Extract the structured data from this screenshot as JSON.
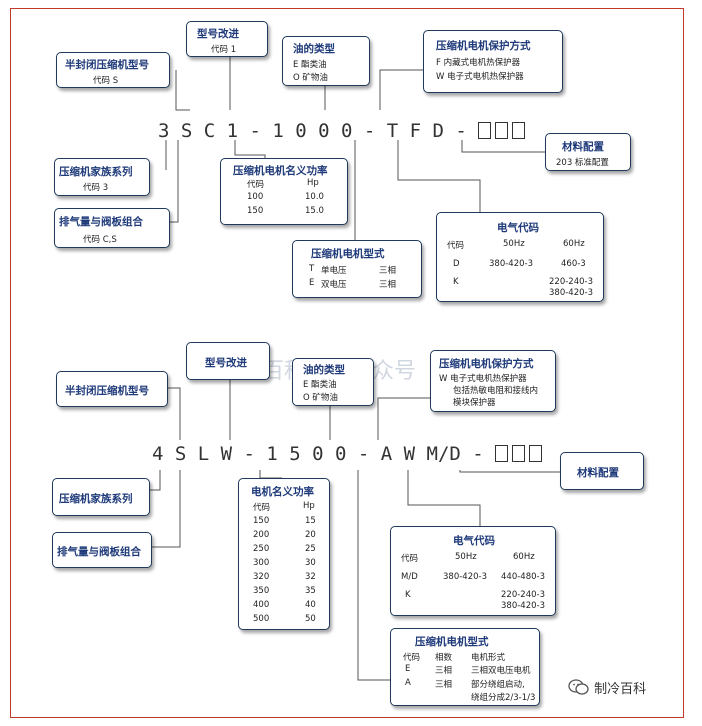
{
  "top": {
    "code_line": "3 S C 1 - 1 0 0 0 - T F D -",
    "model_change": {
      "title": "型号改进",
      "line": "代码   1"
    },
    "oil": {
      "title": "油的类型",
      "rows": [
        "E   酯类油",
        "O   矿物油"
      ]
    },
    "protect": {
      "title": "压缩机电机保护方式",
      "rows": [
        "F   内藏式电机热保护器",
        "W   电子式电机热保护器"
      ]
    },
    "semi": {
      "title": "半封闭压缩机型号",
      "line": "代码     S"
    },
    "material": {
      "title": "材料配置",
      "line": "203  标准配置"
    },
    "family": {
      "title": "压缩机家族系列",
      "line": "代码     3"
    },
    "power": {
      "title": "压缩机电机名义功率",
      "head": [
        "代码",
        "Hp"
      ],
      "rows": [
        [
          "100",
          "10.0"
        ],
        [
          "150",
          "15.0"
        ]
      ]
    },
    "exhaust": {
      "title": "排气量与阀板组合",
      "line": "代码    C,S"
    },
    "elec": {
      "title": "电气代码",
      "head": [
        "代码",
        "50Hz",
        "60Hz"
      ],
      "rows": [
        [
          "D",
          "380-420-3",
          "460-3"
        ],
        [
          "K",
          "",
          "220-240-3"
        ],
        [
          "",
          "",
          "380-420-3"
        ]
      ]
    },
    "motor": {
      "title": "压缩机电机型式",
      "rows": [
        [
          "T",
          "单电压",
          "三相"
        ],
        [
          "E",
          "双电压",
          "三相"
        ]
      ]
    }
  },
  "bottom": {
    "code_line": "4 S L W - 1 5 0 0 - A W M/D -",
    "model_change": {
      "title": "型号改进"
    },
    "oil": {
      "title": "油的类型",
      "rows": [
        "E   酯类油",
        "O   矿物油"
      ]
    },
    "protect": {
      "title": "压缩机电机保护方式",
      "rows": [
        "W  电子式电机热保护器",
        "包括热敏电阻和接线内",
        "模块保护器"
      ]
    },
    "semi": {
      "title": "半封闭压缩机型号"
    },
    "material": {
      "title": "材料配置"
    },
    "family": {
      "title": "压缩机家族系列"
    },
    "power": {
      "title": "电机名义功率",
      "head": [
        "代码",
        "Hp"
      ],
      "rows": [
        [
          "150",
          "15"
        ],
        [
          "200",
          "20"
        ],
        [
          "250",
          "25"
        ],
        [
          "300",
          "30"
        ],
        [
          "320",
          "32"
        ],
        [
          "350",
          "35"
        ],
        [
          "400",
          "40"
        ],
        [
          "500",
          "50"
        ]
      ]
    },
    "exhaust": {
      "title": "排气量与阀板组合"
    },
    "elec": {
      "title": "电气代码",
      "head": [
        "代码",
        "50Hz",
        "60Hz"
      ],
      "rows": [
        [
          "M/D",
          "380-420-3",
          "440-480-3"
        ],
        [
          "K",
          "",
          "220-240-3"
        ],
        [
          "",
          "",
          "380-420-3"
        ]
      ]
    },
    "motor": {
      "title": "压缩机电机型式",
      "head": [
        "代码",
        "相数",
        "电机形式"
      ],
      "rows": [
        [
          "E",
          "三相",
          "三相双电压电机"
        ],
        [
          "A",
          "三相",
          "部分绕组启动,"
        ],
        [
          "",
          "",
          "绕组分成2/3-1/3"
        ]
      ]
    }
  },
  "watermark": "制冷百科微信公众号",
  "logo": {
    "text": "制冷百科",
    "icon": "wechat-icon"
  }
}
